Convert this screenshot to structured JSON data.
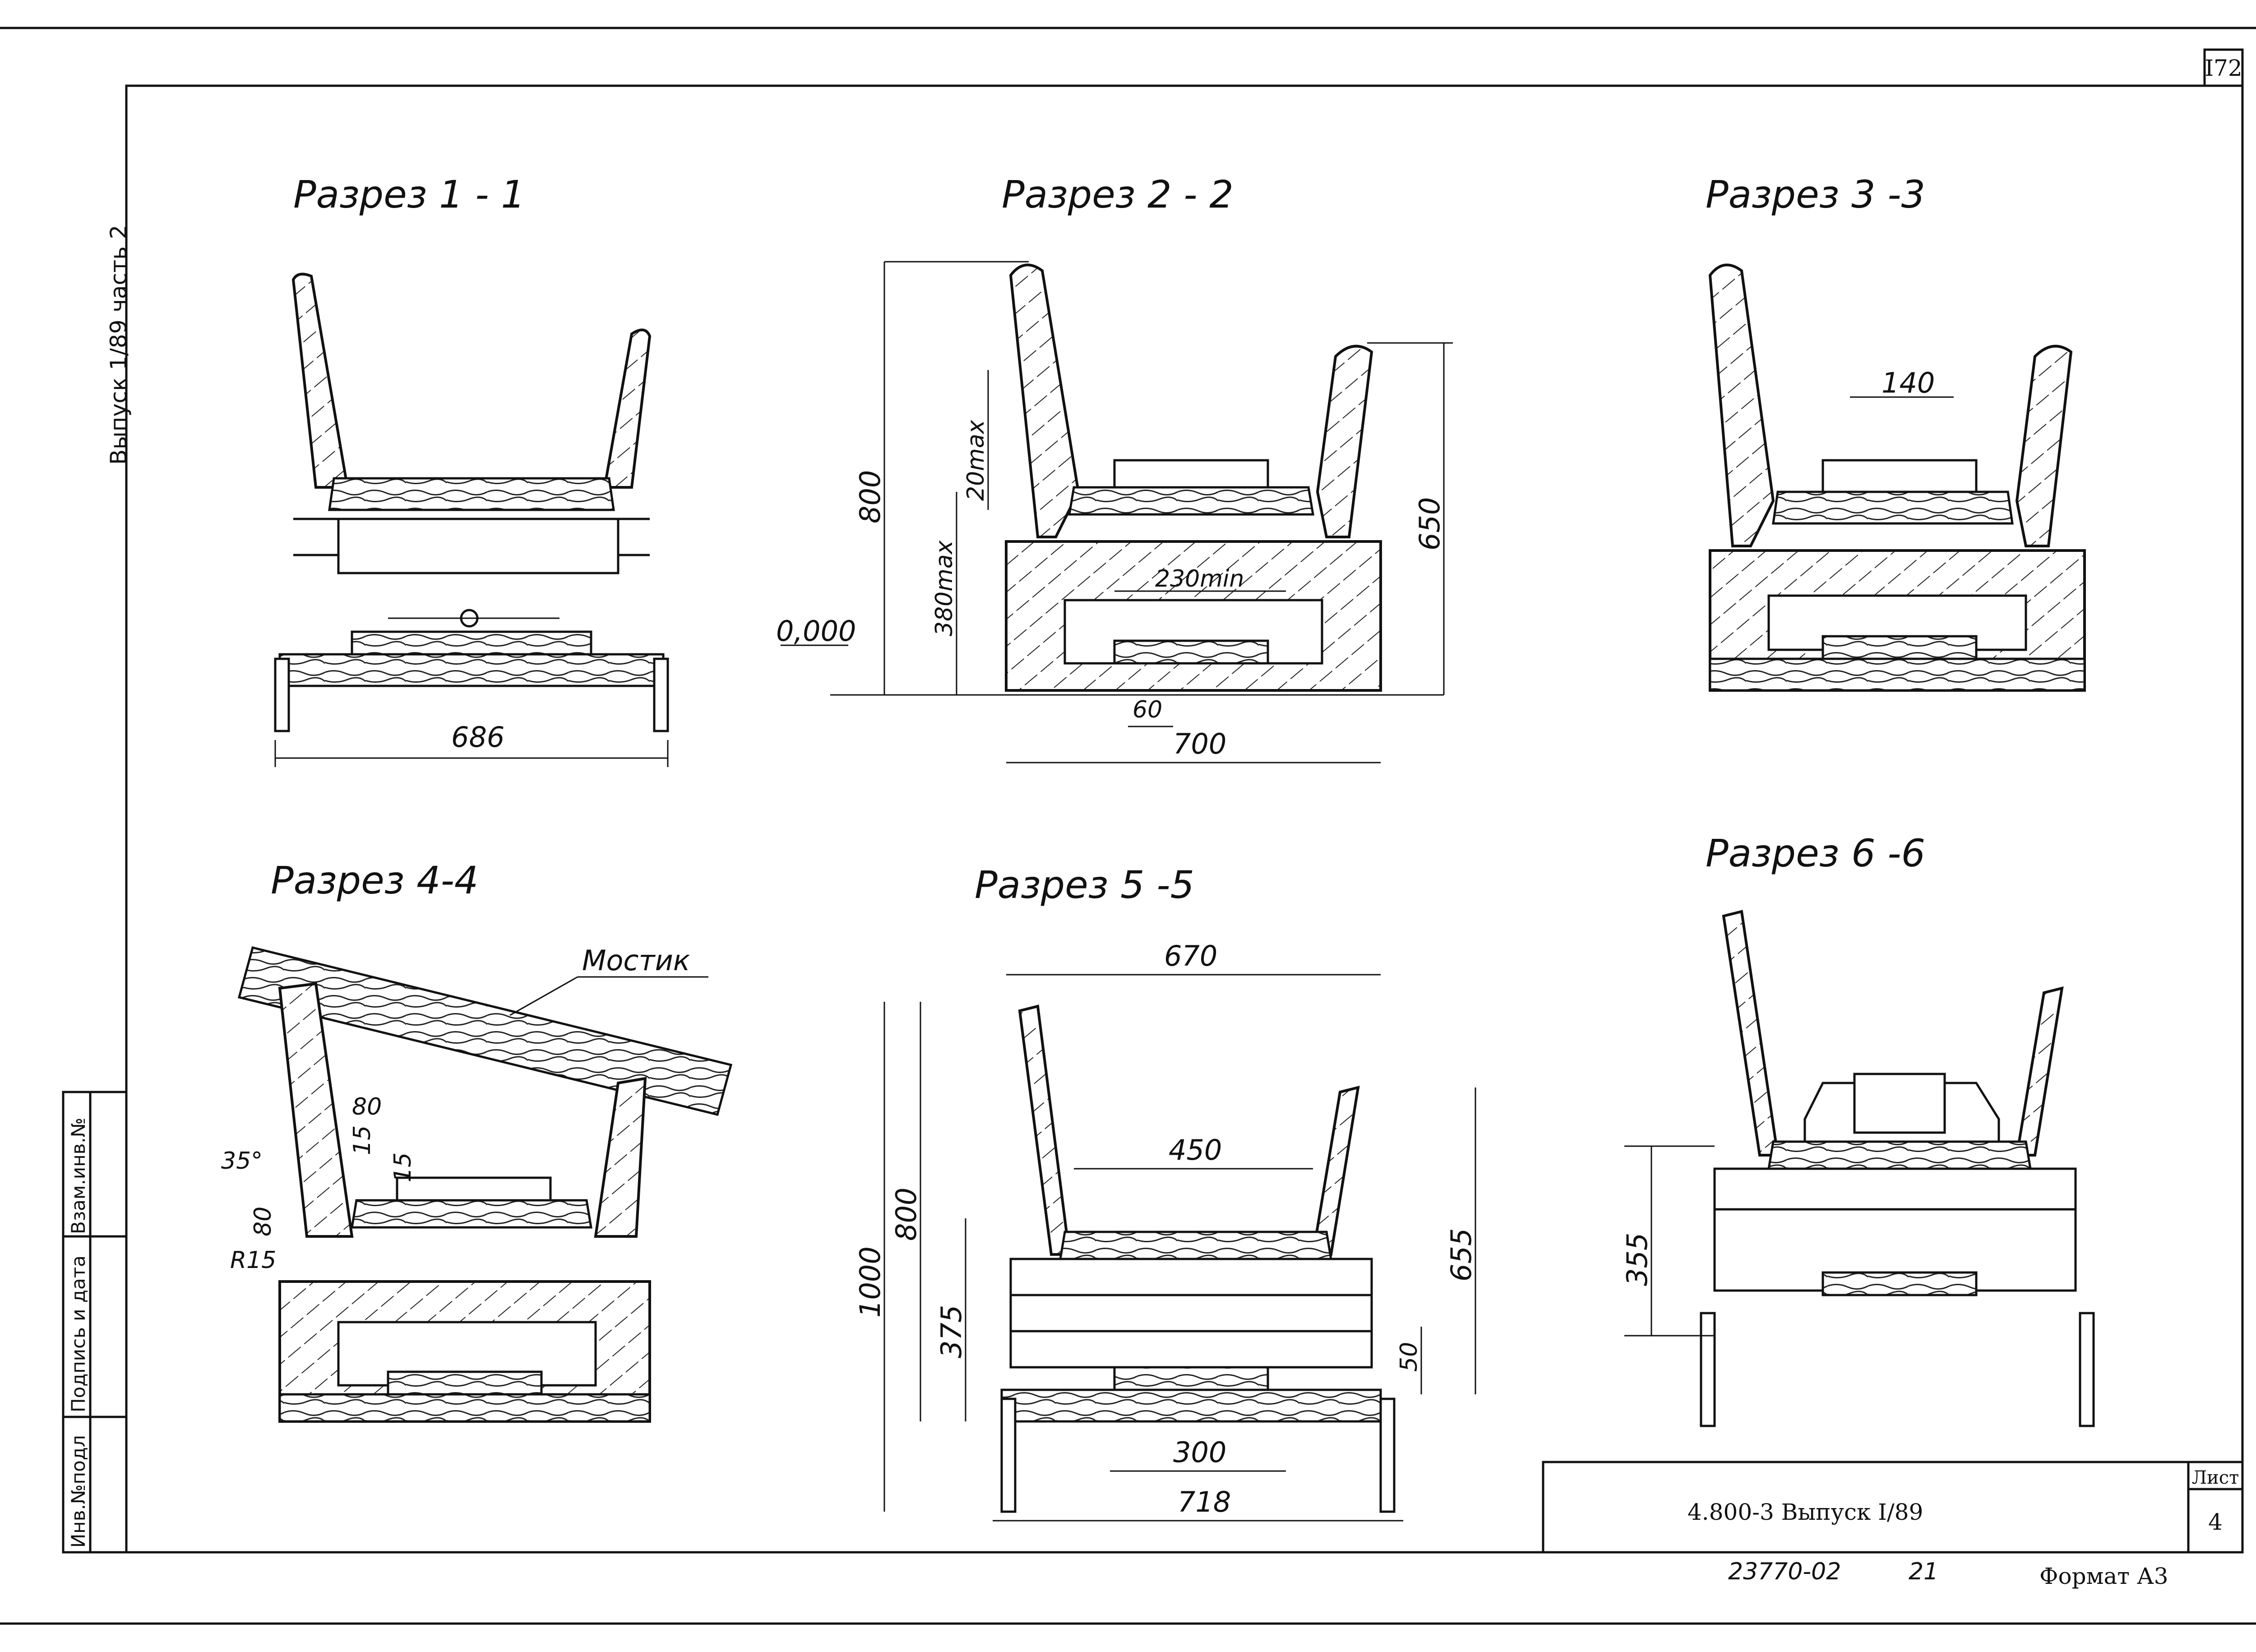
{
  "sheet": {
    "page_number": "I72",
    "side_label": "Выпуск 1/89 часть 2",
    "stamp": {
      "label_inv": "Инв.№подл",
      "label_sign": "Подпись и дата",
      "label_swap": "Взам.инв.№"
    },
    "title_block": {
      "doc_code": "4.800-3  Выпуск I/89",
      "sheet_label": "Лист",
      "sheet_number": "4"
    },
    "footer": {
      "archive": "23770-02",
      "order": "21",
      "format": "Формат А3"
    }
  },
  "sections": [
    {
      "title": "Разрез 1 - 1",
      "dims": [
        "686"
      ]
    },
    {
      "title": "Разрез 2 - 2",
      "dims": [
        "800",
        "20max",
        "380max",
        "0,000",
        "230min",
        "650",
        "60",
        "700"
      ]
    },
    {
      "title": "Разрез 3 -3",
      "dims": [
        "140"
      ]
    },
    {
      "title": "Разрез 4-4",
      "dims": [
        "Мостик",
        "80",
        "15",
        "15",
        "35°",
        "80",
        "R15"
      ]
    },
    {
      "title": "Разрез 5 -5",
      "dims": [
        "670",
        "450",
        "1000",
        "800",
        "375",
        "655",
        "50",
        "300",
        "718"
      ]
    },
    {
      "title": "Разрез 6 -6",
      "dims": [
        "355"
      ]
    }
  ]
}
